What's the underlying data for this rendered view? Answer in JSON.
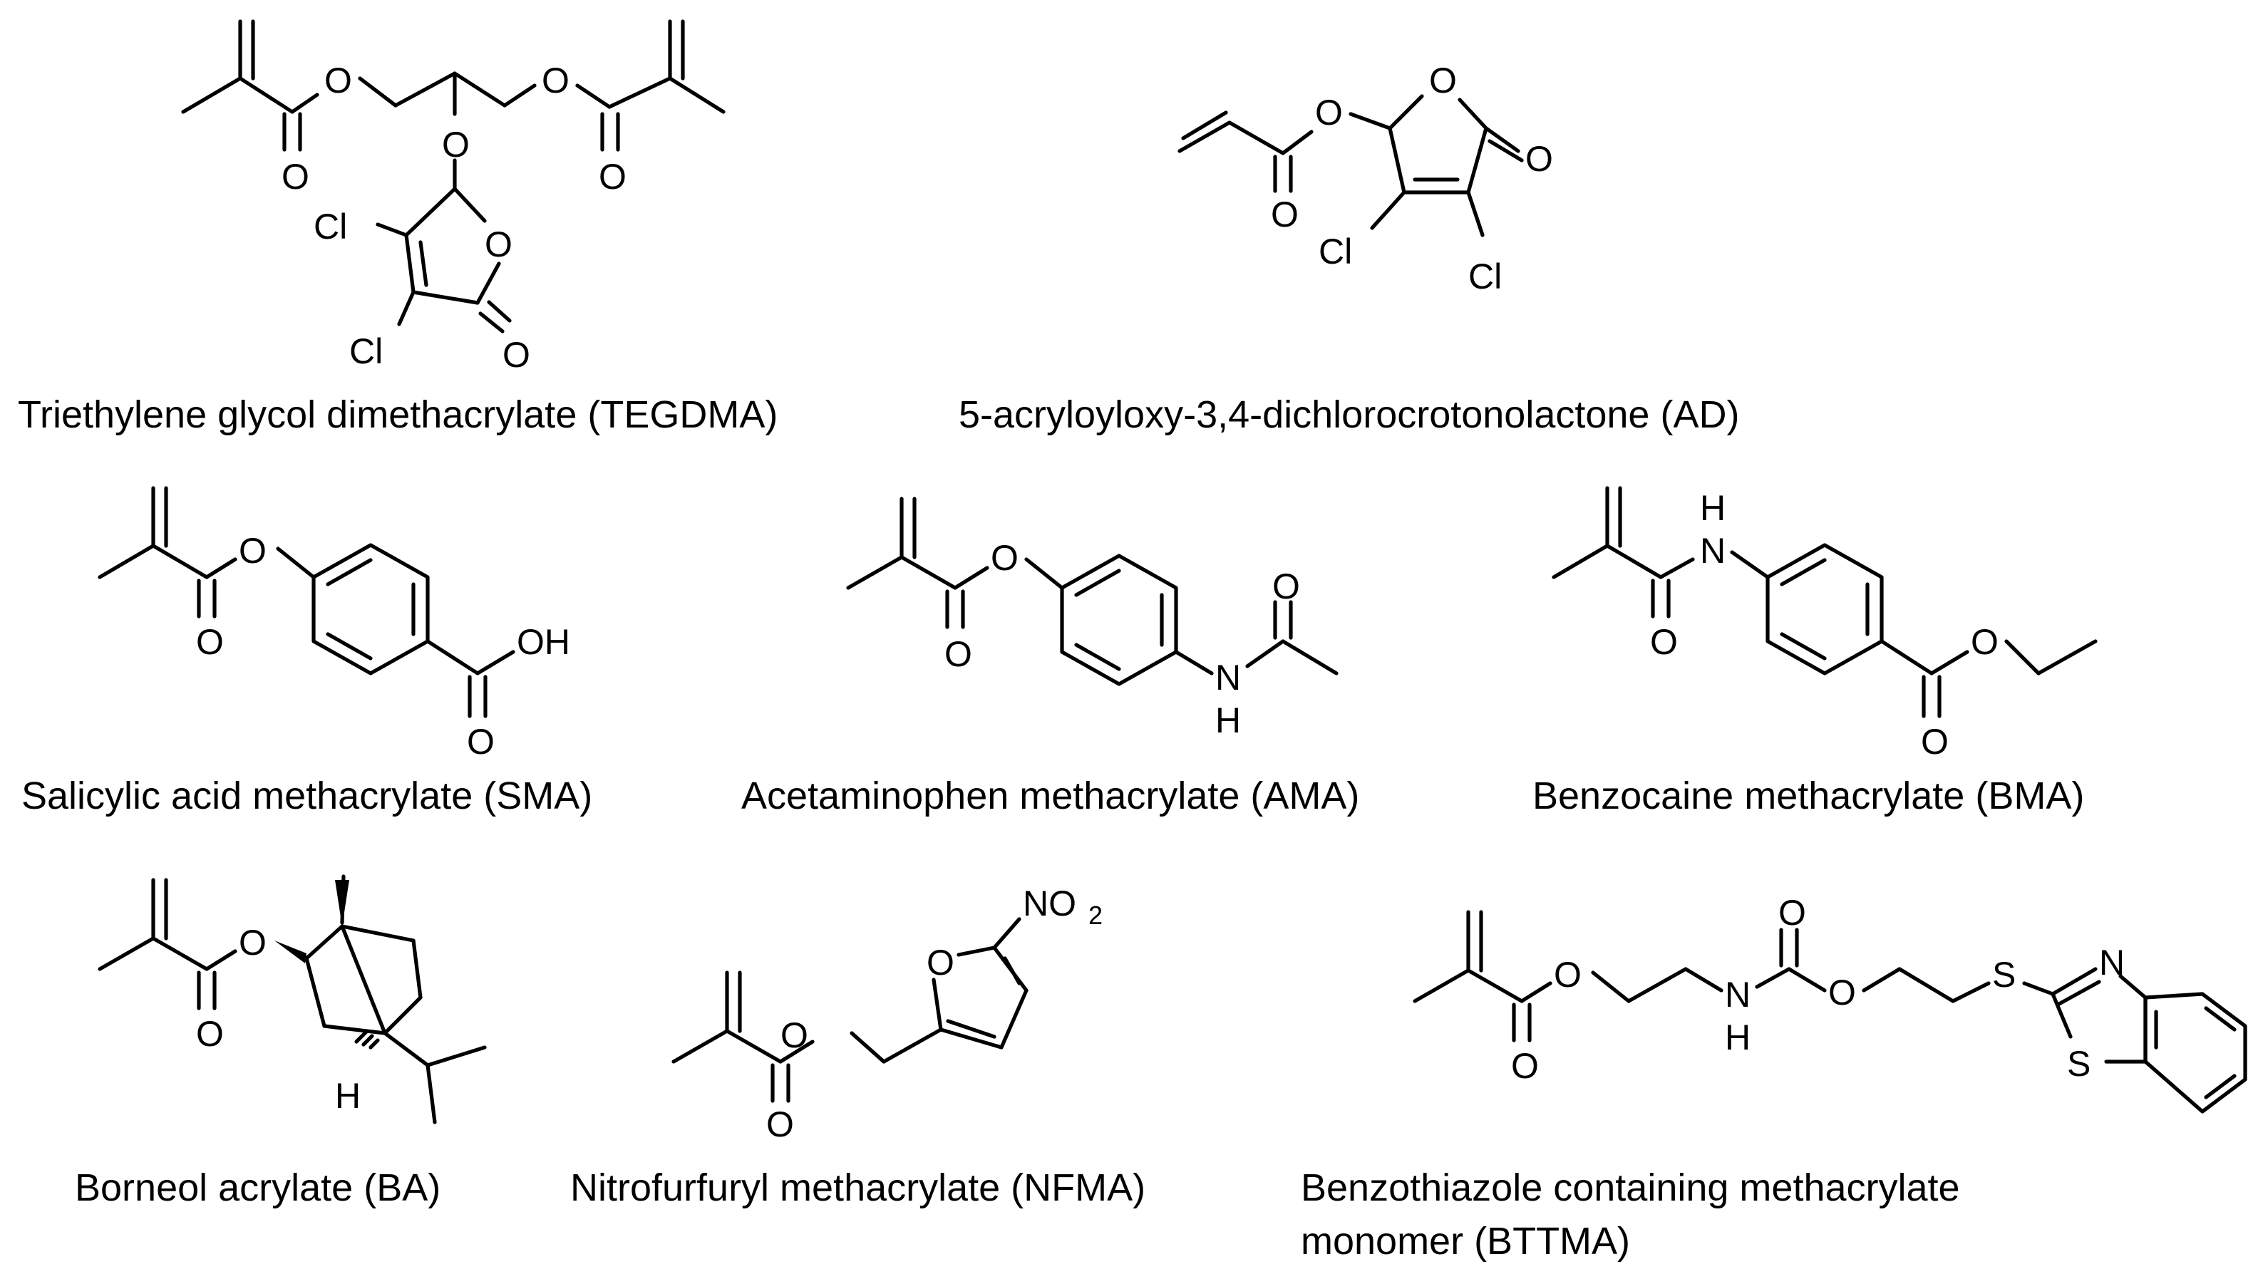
{
  "compounds": [
    {
      "caption": "Triethylene glycol dimethacrylate (TEGDMA)"
    },
    {
      "caption": "5-acryloyloxy-3,4-dichlorocrotonolactone (AD)"
    },
    {
      "caption": "Salicylic acid methacrylate (SMA)"
    },
    {
      "caption": "Acetaminophen methacrylate (AMA)"
    },
    {
      "caption": "Benzocaine methacrylate (BMA)"
    },
    {
      "caption": "Borneol acrylate (BA)"
    },
    {
      "caption": "Nitrofurfuryl methacrylate (NFMA)"
    },
    {
      "caption_line1": "Benzothiazole containing methacrylate",
      "caption_line2": "monomer (BTTMA)"
    }
  ],
  "atoms": {
    "O": "O",
    "OH": "OH",
    "Cl": "Cl",
    "N": "N",
    "H": "H",
    "S": "S",
    "NO": "NO",
    "two": "2"
  }
}
